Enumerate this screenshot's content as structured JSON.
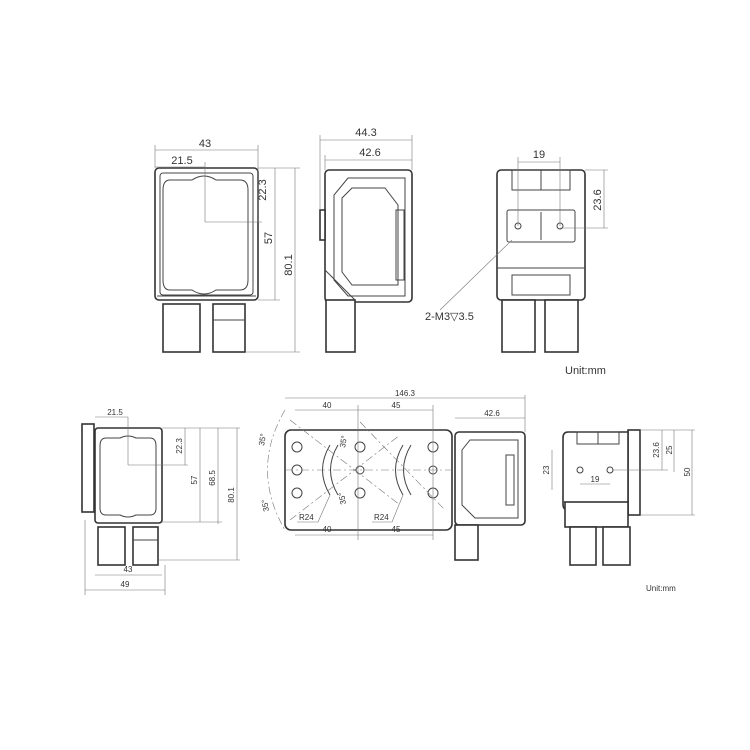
{
  "top_front": {
    "width": "43",
    "half_width": "21.5",
    "center_height": "22.3",
    "body_height": "57",
    "total_height": "80.1"
  },
  "top_side": {
    "overall_depth": "44.3",
    "body_depth": "42.6"
  },
  "top_rear": {
    "hole_spacing": "19",
    "hole_height": "23.6",
    "thread_note": "2-M3▽3.5"
  },
  "unit_top": "Unit:mm",
  "bottom_front": {
    "half_width": "21.5",
    "center_height": "22.3",
    "body_height": "57",
    "bracket_height": "68.5",
    "total_height": "80.1",
    "body_width": "43",
    "total_width": "49"
  },
  "bottom_bracket": {
    "overall_length": "146.3",
    "spacing_a_top": "40",
    "spacing_b_top": "45",
    "sensor_depth": "42.6",
    "spacing_a_bottom": "40",
    "spacing_b_bottom": "45",
    "angle_1": "35°",
    "angle_2": "35°",
    "angle_3": "35°",
    "angle_4": "35°",
    "radius_1": "R24",
    "radius_2": "R24"
  },
  "bottom_rear": {
    "offset": "23",
    "hole_height": "23.6",
    "plate_mid": "25",
    "plate_height": "50",
    "hole_spacing": "19"
  },
  "unit_bottom": "Unit:mm"
}
